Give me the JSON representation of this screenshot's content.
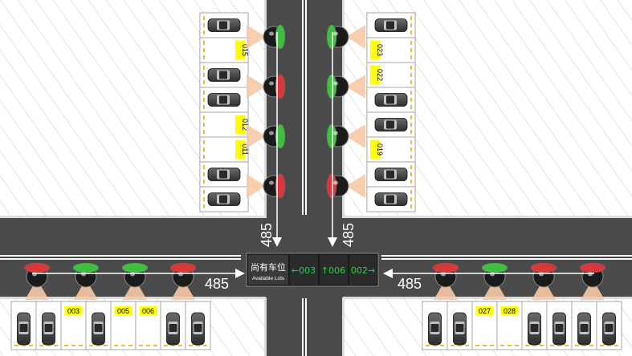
{
  "sign": {
    "title_cn": "尚有车位",
    "title_en": "Available Lots",
    "panels": [
      "←003",
      "↑006",
      "002→"
    ],
    "text_color": "#2bd14a"
  },
  "cable_labels": {
    "top_left": "485",
    "top_right": "485",
    "left": "485",
    "right": "485"
  },
  "top_left_lots": [
    {
      "state": "occupied",
      "label": ""
    },
    {
      "state": "free",
      "label": "015"
    },
    {
      "state": "occupied",
      "label": ""
    },
    {
      "state": "occupied",
      "label": ""
    },
    {
      "state": "free",
      "label": "012"
    },
    {
      "state": "free",
      "label": "011"
    },
    {
      "state": "occupied",
      "label": ""
    },
    {
      "state": "occupied",
      "label": ""
    }
  ],
  "top_right_lots": [
    {
      "state": "occupied",
      "label": ""
    },
    {
      "state": "free",
      "label": "023"
    },
    {
      "state": "free",
      "label": "022"
    },
    {
      "state": "occupied",
      "label": ""
    },
    {
      "state": "occupied",
      "label": ""
    },
    {
      "state": "free",
      "label": "019"
    },
    {
      "state": "occupied",
      "label": ""
    },
    {
      "state": "occupied",
      "label": ""
    }
  ],
  "bottom_left_lots": [
    {
      "state": "occupied",
      "label": ""
    },
    {
      "state": "occupied",
      "label": ""
    },
    {
      "state": "free",
      "label": "003"
    },
    {
      "state": "occupied",
      "label": ""
    },
    {
      "state": "free",
      "label": "005"
    },
    {
      "state": "free",
      "label": "006"
    },
    {
      "state": "occupied",
      "label": ""
    },
    {
      "state": "occupied",
      "label": ""
    }
  ],
  "bottom_right_lots": [
    {
      "state": "occupied",
      "label": ""
    },
    {
      "state": "occupied",
      "label": ""
    },
    {
      "state": "free",
      "label": "027"
    },
    {
      "state": "free",
      "label": "028"
    },
    {
      "state": "occupied",
      "label": ""
    },
    {
      "state": "occupied",
      "label": ""
    },
    {
      "state": "occupied",
      "label": ""
    },
    {
      "state": "occupied",
      "label": ""
    }
  ],
  "indicators": {
    "top_left": [
      "green",
      "red",
      "green",
      "red"
    ],
    "top_right": [
      "green",
      "green",
      "green",
      "red"
    ],
    "bottom_left": [
      "red",
      "green",
      "green",
      "red"
    ],
    "bottom_right": [
      "red",
      "green",
      "red",
      "red"
    ]
  },
  "colors": {
    "road": "#4a4a4a",
    "lane_line": "#ffffff",
    "indicator_green": "#3fbf3f",
    "indicator_red": "#d9383a",
    "label_bg": "#ffff00",
    "sign_bg": "#2b2b2b",
    "light_beam": "#f6c9a6"
  }
}
